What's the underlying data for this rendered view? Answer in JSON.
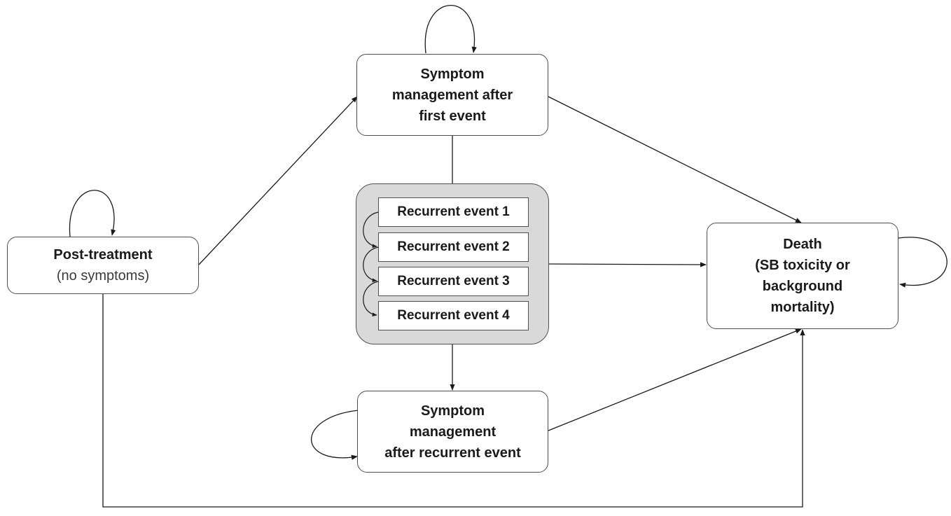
{
  "states": {
    "post_treatment": {
      "title": "Post-treatment",
      "subtitle": "(no symptoms)"
    },
    "symptom_first": {
      "line1": "Symptom",
      "line2": "management after",
      "line3": "first event"
    },
    "recurrent_events": [
      "Recurrent event 1",
      "Recurrent event 2",
      "Recurrent event 3",
      "Recurrent event 4"
    ],
    "symptom_recurrent": {
      "line1": "Symptom",
      "line2": "management",
      "line3": "after recurrent event"
    },
    "death": {
      "line1": "Death",
      "line2": "(SB toxicity or",
      "line3": "background",
      "line4": "mortality)"
    }
  },
  "colors": {
    "line": "#1a1a1a",
    "border": "#505050",
    "group_fill": "#d9d9d9"
  }
}
